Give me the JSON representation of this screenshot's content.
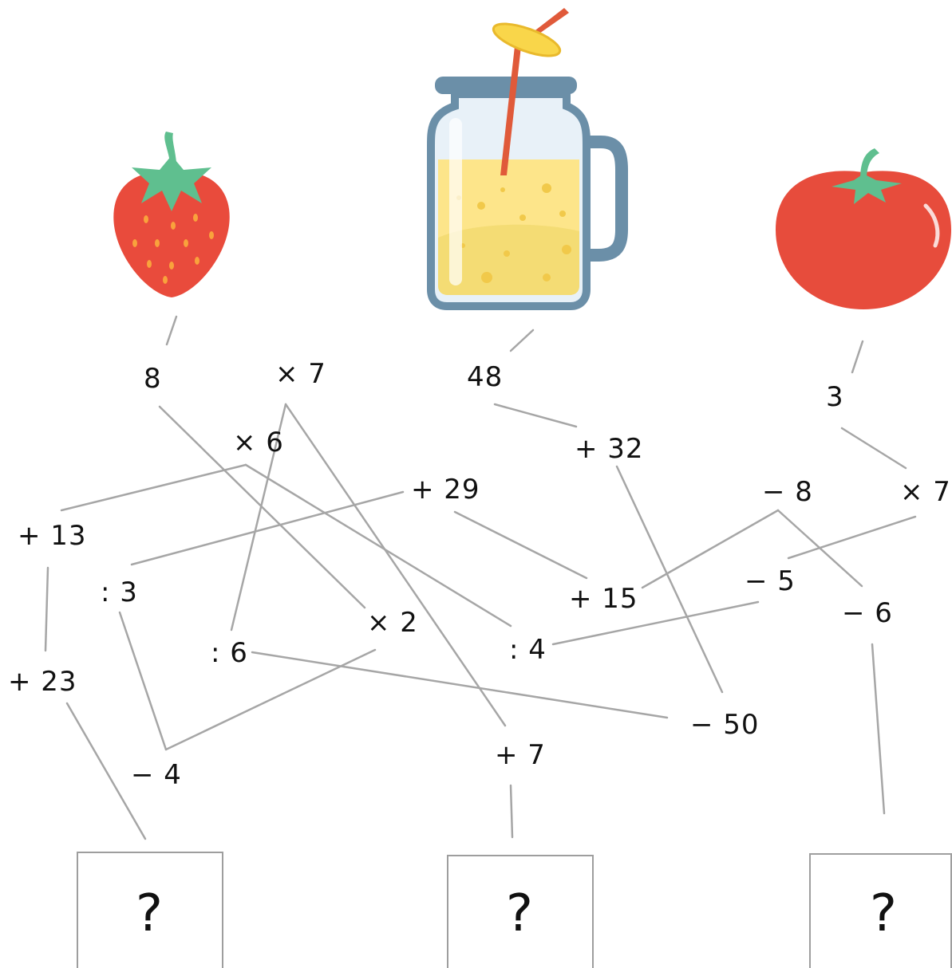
{
  "start_numbers": {
    "strawberry": "8",
    "smoothie": "48",
    "tomato": "3"
  },
  "operations": {
    "op_times7_a": "× 7",
    "op_times6": "× 6",
    "op_plus29": "+ 29",
    "op_plus13": "+ 13",
    "op_div3": ": 3",
    "op_plus23": "+ 23",
    "op_div6": ": 6",
    "op_times2": "× 2",
    "op_minus4": "− 4",
    "op_plus32": "+ 32",
    "op_plus15": "+ 15",
    "op_div4": ": 4",
    "op_plus7": "+ 7",
    "op_minus50": "− 50",
    "op_minus8": "− 8",
    "op_times7_b": "× 7",
    "op_minus5": "− 5",
    "op_minus6": "− 6"
  },
  "answers": [
    "?",
    "?",
    "?"
  ],
  "colors": {
    "line": "#a6a6a6",
    "strawberry": "#e94b3c",
    "leaf": "#5fbf8f",
    "tomato": "#e74c3c",
    "jar_outline": "#6b8fa8",
    "juice": "#fde58a",
    "straw": "#e05a3a",
    "lemon": "#f9d64a"
  }
}
